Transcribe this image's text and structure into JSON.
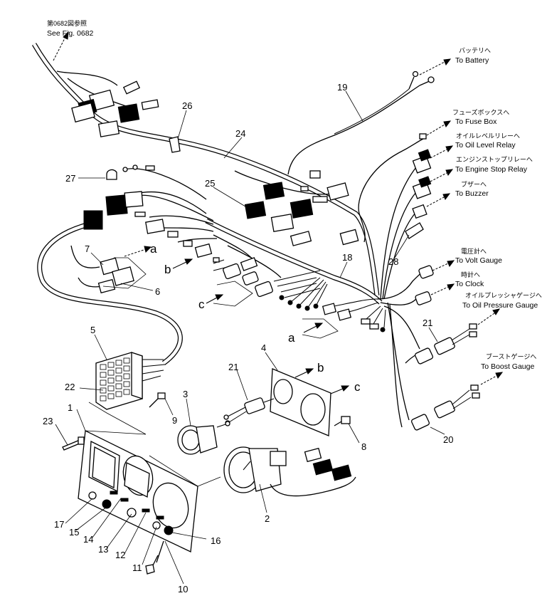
{
  "diagram": {
    "ref_note_ja": "第0682図参照",
    "ref_note_en": "See Fig. 0682",
    "destinations": [
      {
        "ja": "バッテリへ",
        "en": "To Battery"
      },
      {
        "ja": "フューズボックスへ",
        "en": "To Fuse Box"
      },
      {
        "ja": "オイルレベルリレーへ",
        "en": "To Oil Level Relay"
      },
      {
        "ja": "エンジンストップリレーへ",
        "en": "To Engine Stop Relay"
      },
      {
        "ja": "ブザーへ",
        "en": "To Buzzer"
      },
      {
        "ja": "電圧計へ",
        "en": "To Volt Gauge"
      },
      {
        "ja": "時計へ",
        "en": "To Clock"
      },
      {
        "ja": "オイルプレッシャゲージへ",
        "en": "To Oil Pressure Gauge"
      },
      {
        "ja": "ブーストゲージへ",
        "en": "To Boost Gauge"
      }
    ],
    "connection_letters": {
      "a": "a",
      "b": "b",
      "c": "c"
    },
    "part_numbers": [
      "1",
      "2",
      "3",
      "4",
      "5",
      "6",
      "7",
      "8",
      "9",
      "10",
      "11",
      "12",
      "13",
      "14",
      "15",
      "16",
      "17",
      "18",
      "19",
      "20",
      "21",
      "22",
      "23",
      "24",
      "25",
      "26",
      "27",
      "28"
    ]
  }
}
